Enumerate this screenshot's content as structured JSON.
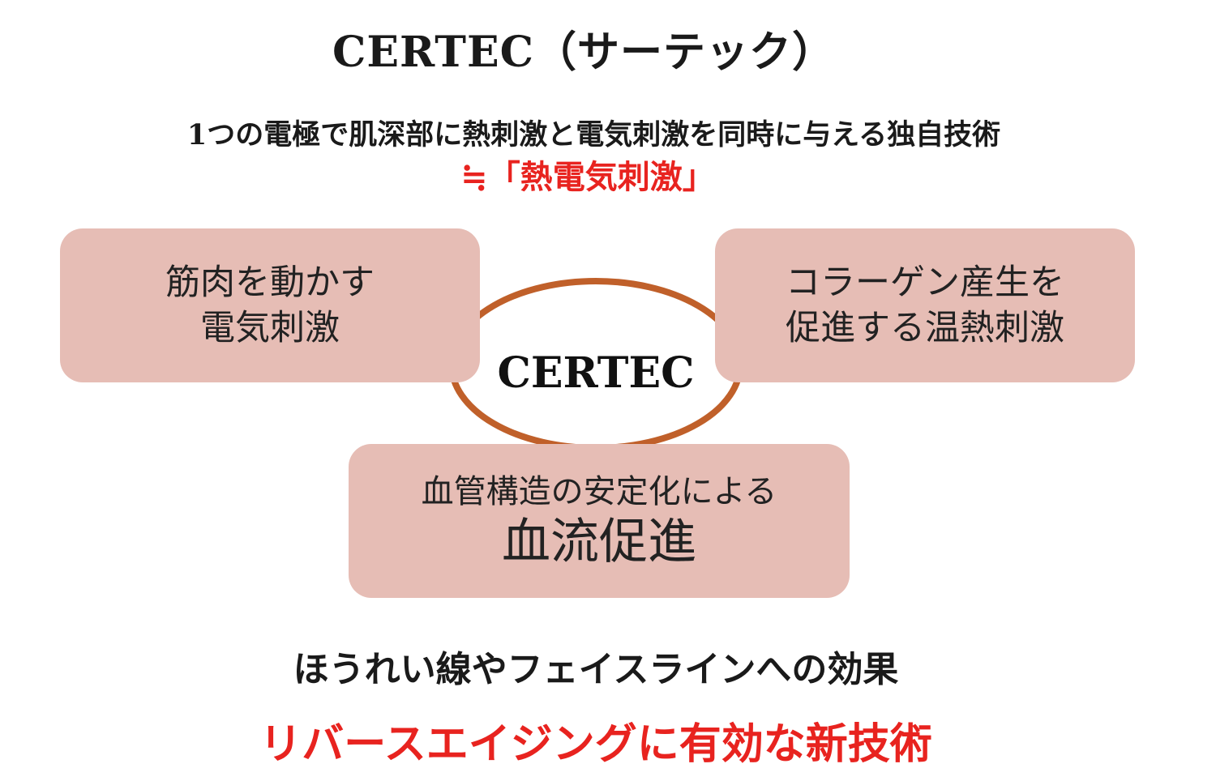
{
  "title": "CERTEC（サーテック）",
  "subtitle": "1つの電極で肌深部に熱刺激と電気刺激を同時に与える独自技術",
  "approx_label": "≒「熱電気刺激」",
  "center_label": "CERTEC",
  "boxes": {
    "left": {
      "line1": "筋肉を動かす",
      "line2": "電気刺激"
    },
    "right": {
      "line1": "コラーゲン産生を",
      "line2": "促進する温熱刺激"
    },
    "bottom": {
      "line1": "血管構造の安定化による",
      "line2": "血流促進"
    }
  },
  "effect_text": "ほうれい線やフェイスラインへの効果",
  "conclusion_text": "リバースエイジングに有効な新技術",
  "colors": {
    "box_fill": "#e6bdb5",
    "ellipse_stroke": "#c0602a",
    "accent_red": "#e8231f",
    "text_dark": "#1a1a1a"
  }
}
